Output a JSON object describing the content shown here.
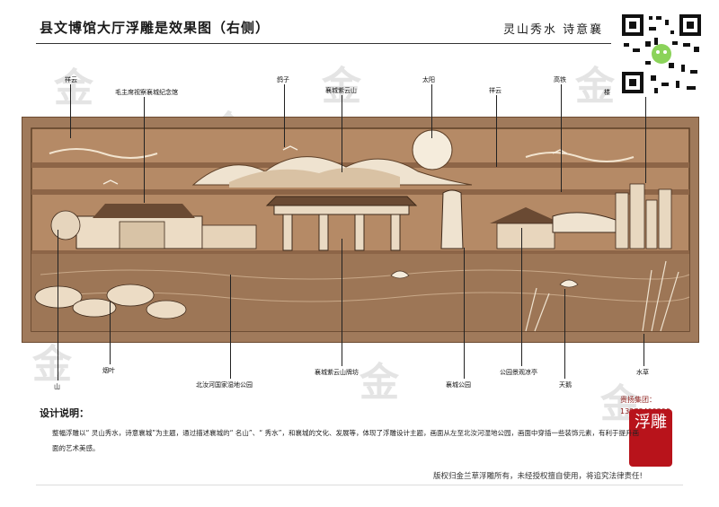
{
  "header": {
    "title": "县文博馆大厅浮雕是效果图（右侧）",
    "subtitle": "灵山秀水    诗意襄"
  },
  "labels": {
    "xiangyun_left": "祥云",
    "memorial": "毛主席视察襄城纪念馆",
    "gezi": "鸽子",
    "ziyunshan": "襄城紫云山",
    "taiyang": "太阳",
    "xiangyun_right": "祥云",
    "gaotie": "高铁",
    "louqun": "楼",
    "shan": "山",
    "yanye": "烟叶",
    "wetland": "北汝河国家湿地公园",
    "paifang": "襄城紫云山牌坊",
    "gongyuan": "襄城公园",
    "liangting": "公园景观凉亭",
    "tiane": "天鹅",
    "shuicao": "水草"
  },
  "design": {
    "heading": "设计说明：",
    "body": "整幅浮雕以“ 灵山秀水，诗意襄城”为主题，通过描述襄城的“ 名山”、“ 秀水”，和襄城的文化、发展等，体现了浮雕设计主题，画面从左至北汝河湿地公园，画面中穿插一些装饰元素，有利于提升画面的艺术美感。"
  },
  "contact": {
    "label": "贵扬集团：",
    "phone": "13978409299"
  },
  "seal_text": "浮雕",
  "copyright": "版权归金兰草浮雕所有，未经授权擅自使用，将追究法律责任!",
  "watermark_char": "金",
  "colors": {
    "panel": "#a07a5b",
    "panel_dark": "#6b4a30",
    "seal": "#b8131b"
  }
}
